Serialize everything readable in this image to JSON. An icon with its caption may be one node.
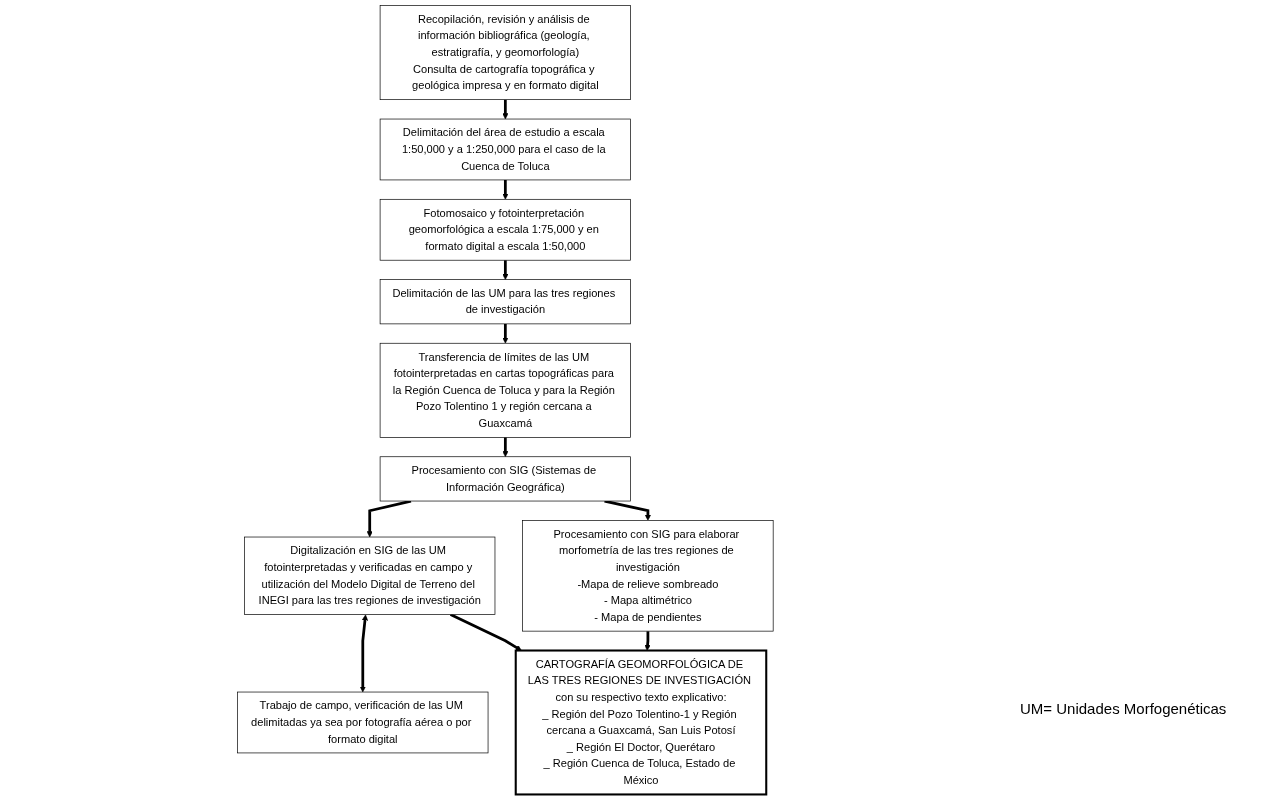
{
  "diagram": {
    "nodes": [
      {
        "text": [
          "Recopilación, revisión y análisis de información bibliográfica (geología, estratigrafía, y geomorfología)",
          "Consulta de cartografía topográfica y geológica impresa y en formato digital"
        ]
      },
      {
        "text": [
          "Delimitación del área de estudio a escala 1:50,000 y a 1:250,000 para el caso de la Cuenca de Toluca"
        ]
      },
      {
        "text": [
          "Fotomosaico y fotointerpretación geomorfológica a escala 1:75,000 y en formato digital a escala 1:50,000"
        ]
      },
      {
        "text": [
          "Delimitación de las UM para las tres regiones de investigación"
        ]
      },
      {
        "text": [
          "Transferencia de límites de las UM fotointerpretadas en cartas topográficas para la Región Cuenca de Toluca y para la Región Pozo Tolentino 1 y región cercana a Guaxcamá"
        ]
      },
      {
        "text": [
          "Procesamiento con SIG (Sistemas de Información Geográfica)"
        ]
      },
      {
        "text": [
          "Digitalización en SIG de las UM fotointerpretadas y verificadas en campo y utilización del Modelo Digital de Terreno del INEGI para las tres regiones de investigación"
        ]
      },
      {
        "text": [
          "Trabajo de campo, verificación de las UM delimitadas ya sea por fotografía aérea o por formato digital"
        ]
      },
      {
        "text": [
          "Procesamiento con SIG para elaborar morfometría de las tres regiones de investigación",
          "-Mapa de relieve sombreado",
          "- Mapa altimétrico",
          "- Mapa de pendientes"
        ]
      },
      {
        "text": [
          "CARTOGRAFÍA GEOMORFOLÓGICA DE LAS TRES REGIONES DE INVESTIGACIÓN con su respectivo texto explicativo:",
          "_ Región del Pozo Tolentino-1 y Región cercana a Guaxcamá, San Luis Potosí",
          "_ Región El Doctor, Querétaro",
          "_ Región Cuenca de Toluca, Estado de México"
        ]
      }
    ],
    "edges": [
      {
        "from": 0,
        "to": 1,
        "arrow": "to"
      },
      {
        "from": 1,
        "to": 2,
        "arrow": "to"
      },
      {
        "from": 2,
        "to": 3,
        "arrow": "to"
      },
      {
        "from": 3,
        "to": 4,
        "arrow": "to"
      },
      {
        "from": 4,
        "to": 5,
        "arrow": "to"
      },
      {
        "from": 5,
        "to": 6,
        "arrow": "to"
      },
      {
        "from": 5,
        "to": 8,
        "arrow": "to"
      },
      {
        "from": 6,
        "to": 7,
        "arrow": "both"
      },
      {
        "from": 6,
        "to": 9,
        "arrow": "to"
      },
      {
        "from": 8,
        "to": 9,
        "arrow": "to"
      }
    ],
    "labels": [
      "UM= Unidades Morfogenéticas"
    ]
  }
}
